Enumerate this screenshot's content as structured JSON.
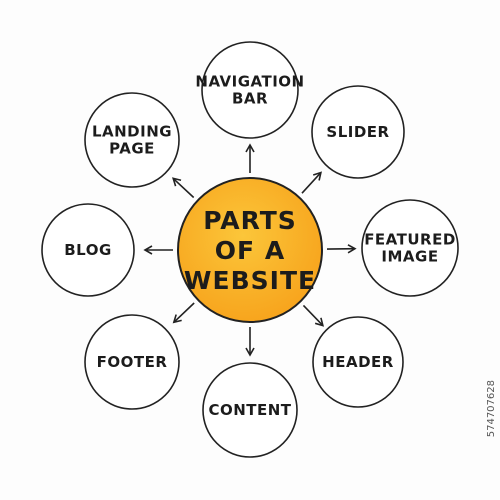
{
  "center": {
    "lines": [
      "PARTS",
      "OF A",
      "WEBSITE"
    ],
    "fill": "#f7a21b",
    "fill_light": "#fbc63a"
  },
  "nodes": [
    {
      "id": "navigation-bar",
      "lines": [
        "NAVIGATION",
        "BAR"
      ]
    },
    {
      "id": "slider",
      "lines": [
        "SLIDER"
      ]
    },
    {
      "id": "featured-image",
      "lines": [
        "FEATURED",
        "IMAGE"
      ]
    },
    {
      "id": "header",
      "lines": [
        "HEADER"
      ]
    },
    {
      "id": "content",
      "lines": [
        "CONTENT"
      ]
    },
    {
      "id": "footer",
      "lines": [
        "FOOTER"
      ]
    },
    {
      "id": "blog",
      "lines": [
        "BLOG"
      ]
    },
    {
      "id": "landing-page",
      "lines": [
        "LANDING",
        "PAGE"
      ]
    }
  ],
  "stock_id": "574707628",
  "colors": {
    "outline": "#222222",
    "text": "#1c1c1c",
    "background": "#fdfdfd"
  }
}
